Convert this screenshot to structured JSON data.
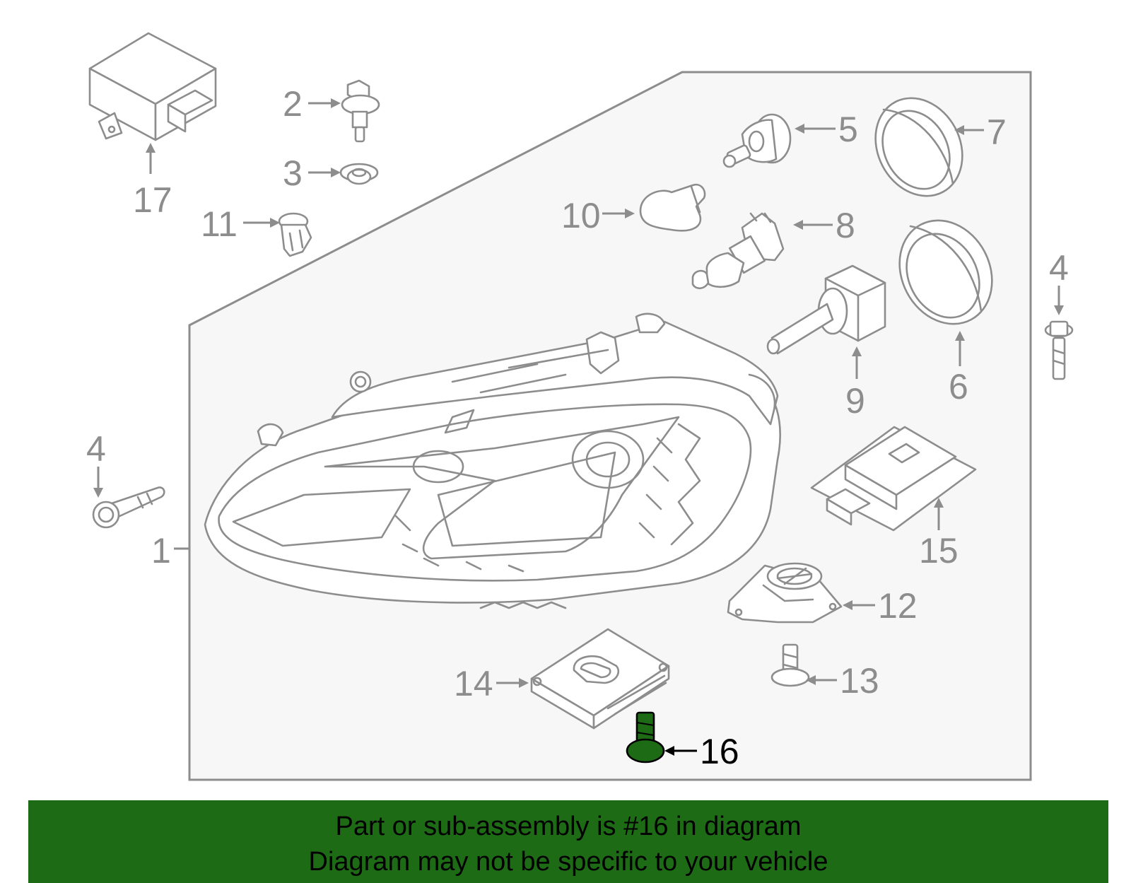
{
  "diagram": {
    "callouts": [
      {
        "id": "c1",
        "label": "1"
      },
      {
        "id": "c2",
        "label": "2"
      },
      {
        "id": "c3",
        "label": "3"
      },
      {
        "id": "c4a",
        "label": "4"
      },
      {
        "id": "c4b",
        "label": "4"
      },
      {
        "id": "c5",
        "label": "5"
      },
      {
        "id": "c6",
        "label": "6"
      },
      {
        "id": "c7",
        "label": "7"
      },
      {
        "id": "c8",
        "label": "8"
      },
      {
        "id": "c9",
        "label": "9"
      },
      {
        "id": "c10",
        "label": "10"
      },
      {
        "id": "c11",
        "label": "11"
      },
      {
        "id": "c12",
        "label": "12"
      },
      {
        "id": "c13",
        "label": "13"
      },
      {
        "id": "c14",
        "label": "14"
      },
      {
        "id": "c15",
        "label": "15"
      },
      {
        "id": "c16",
        "label": "16"
      },
      {
        "id": "c17",
        "label": "17"
      }
    ],
    "highlighted_part": "16",
    "colors": {
      "line": "#8d8d8d",
      "highlight": "#1e6b16",
      "panel": "#f7f7f7",
      "banner": "#1e6b16"
    }
  },
  "banner": {
    "line1": "Part or sub-assembly is #16 in diagram",
    "line2": "Diagram may not be specific to your vehicle"
  }
}
